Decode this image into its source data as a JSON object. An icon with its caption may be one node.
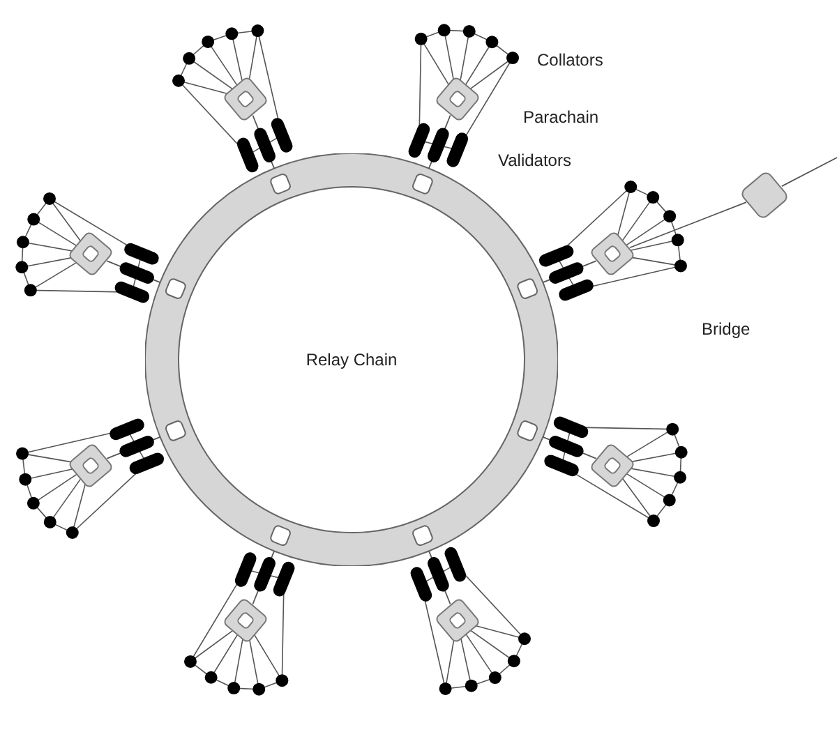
{
  "diagram": {
    "nodes": [
      {
        "text": [
          "Relay Chain"
        ]
      },
      {
        "text": [],
        "shape": "box"
      },
      {
        "text": [],
        "shape": "box"
      },
      {
        "text": [],
        "shape": "box"
      },
      {
        "text": [],
        "shape": "box"
      },
      {
        "text": [],
        "shape": "box"
      },
      {
        "text": [],
        "shape": "box"
      },
      {
        "text": [],
        "shape": "box"
      },
      {
        "text": [],
        "shape": "box"
      },
      {
        "text": [],
        "shape": "box"
      }
    ],
    "edges": [
      {
        "from": 1,
        "to": 0,
        "arrow": "none"
      },
      {
        "from": 2,
        "to": 0,
        "arrow": "none"
      },
      {
        "from": 3,
        "to": 0,
        "arrow": "none"
      },
      {
        "from": 4,
        "to": 0,
        "arrow": "none"
      },
      {
        "from": 5,
        "to": 0,
        "arrow": "none"
      },
      {
        "from": 6,
        "to": 0,
        "arrow": "none"
      },
      {
        "from": 7,
        "to": 0,
        "arrow": "none"
      },
      {
        "from": 8,
        "to": 0,
        "arrow": "none"
      },
      {
        "from": 3,
        "to": 9,
        "arrow": "none"
      },
      {
        "from": 9,
        "to": null,
        "arrow": "none"
      }
    ],
    "labels": [
      "Collators",
      "Parachain",
      "Validators",
      "Bridge"
    ]
  }
}
